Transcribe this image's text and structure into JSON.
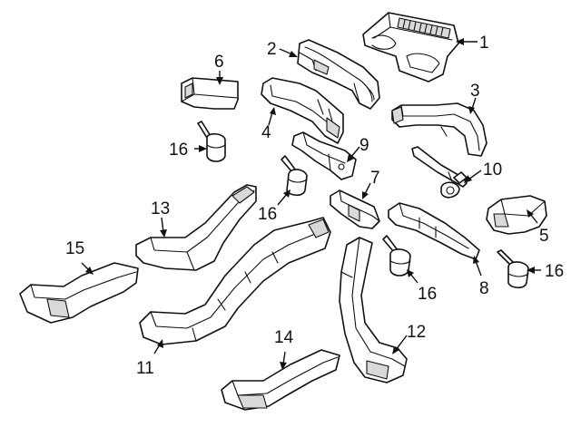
{
  "callouts": {
    "c1": "1",
    "c2": "2",
    "c3": "3",
    "c4": "4",
    "c5": "5",
    "c6": "6",
    "c7": "7",
    "c8": "8",
    "c9": "9",
    "c10": "10",
    "c11": "11",
    "c12": "12",
    "c13": "13",
    "c14": "14",
    "c15": "15",
    "c16a": "16",
    "c16b": "16",
    "c16c": "16",
    "c16d": "16"
  },
  "colors": {
    "line": "#111111",
    "background": "#ffffff"
  }
}
